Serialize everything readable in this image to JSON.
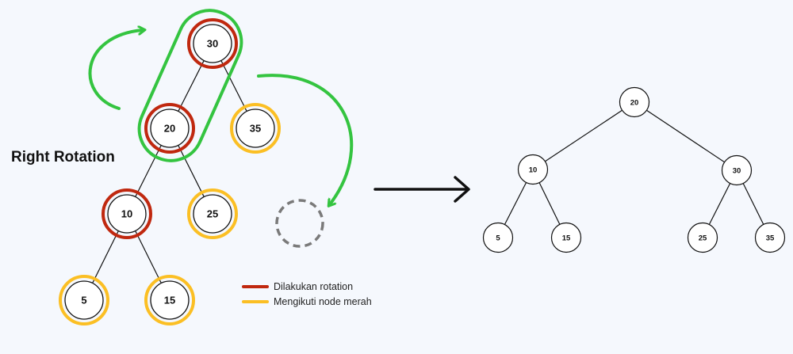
{
  "title": "Right Rotation",
  "colors": {
    "background": "#f5f8fd",
    "rotation": "#c0280f",
    "follower": "#fbbf24",
    "arrow": "#34c440",
    "dashed": "#7a7a7a",
    "line": "#111111"
  },
  "legend": [
    {
      "label": "Dilakukan rotation",
      "color": "#c0280f"
    },
    {
      "label": "Mengikuti node merah",
      "color": "#fbbf24"
    }
  ],
  "before_tree": {
    "nodes": [
      {
        "id": "b30",
        "label": "30",
        "status": "rotation"
      },
      {
        "id": "b20",
        "label": "20",
        "status": "rotation"
      },
      {
        "id": "b35",
        "label": "35",
        "status": "follower"
      },
      {
        "id": "b10",
        "label": "10",
        "status": "rotation"
      },
      {
        "id": "b25",
        "label": "25",
        "status": "follower"
      },
      {
        "id": "b5",
        "label": "5",
        "status": "follower"
      },
      {
        "id": "b15",
        "label": "15",
        "status": "follower"
      }
    ],
    "edges": [
      [
        "b30",
        "b20"
      ],
      [
        "b30",
        "b35"
      ],
      [
        "b20",
        "b10"
      ],
      [
        "b20",
        "b25"
      ],
      [
        "b10",
        "b5"
      ],
      [
        "b10",
        "b15"
      ]
    ]
  },
  "after_tree": {
    "nodes": [
      {
        "id": "a20",
        "label": "20"
      },
      {
        "id": "a10",
        "label": "10"
      },
      {
        "id": "a30",
        "label": "30"
      },
      {
        "id": "a5",
        "label": "5"
      },
      {
        "id": "a15",
        "label": "15"
      },
      {
        "id": "a25",
        "label": "25"
      },
      {
        "id": "a35",
        "label": "35"
      }
    ],
    "edges": [
      [
        "a20",
        "a10"
      ],
      [
        "a20",
        "a30"
      ],
      [
        "a10",
        "a5"
      ],
      [
        "a10",
        "a15"
      ],
      [
        "a30",
        "a25"
      ],
      [
        "a30",
        "a35"
      ]
    ]
  }
}
